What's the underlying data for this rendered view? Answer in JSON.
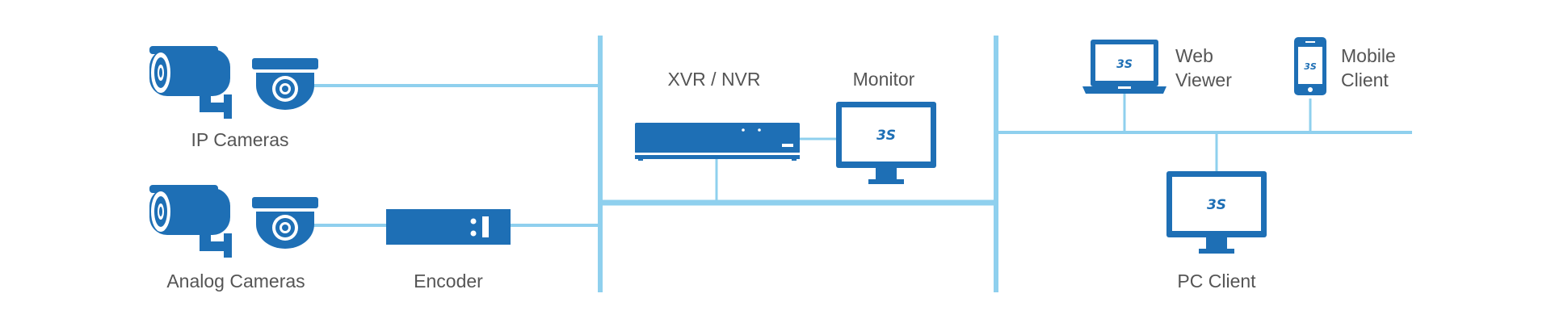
{
  "labels": {
    "ip_cameras": "IP Cameras",
    "analog_cameras": "Analog Cameras",
    "encoder": "Encoder",
    "xvr_nvr": "XVR / NVR",
    "monitor": "Monitor",
    "web_viewer_line1": "Web",
    "web_viewer_line2": "Viewer",
    "mobile_client_line1": "Mobile",
    "mobile_client_line2": "Client",
    "pc_client": "PC Client"
  },
  "logo_text": "3S",
  "colors": {
    "device": "#1e6fb5",
    "line": "#8fd0ee",
    "label": "#555555"
  },
  "icons": [
    "bullet-camera-icon",
    "dome-camera-icon",
    "encoder-icon",
    "recorder-icon",
    "monitor-icon",
    "laptop-icon",
    "smartphone-icon"
  ]
}
